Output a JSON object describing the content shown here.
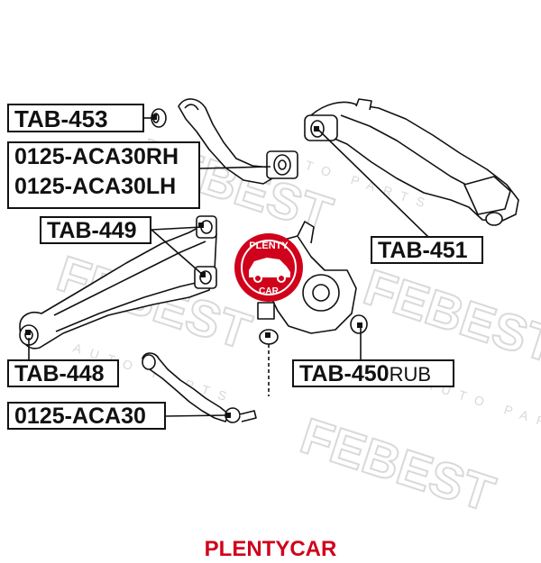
{
  "labels": {
    "tab453": "TAB-453",
    "aca30rh": "0125-ACA30RH",
    "aca30lh": "0125-ACA30LH",
    "tab449": "TAB-449",
    "tab451": "TAB-451",
    "tab448": "TAB-448",
    "tab450": "TAB-450",
    "tab450_suffix": "RUB",
    "aca30": "0125-ACA30"
  },
  "watermark": {
    "brand": "FEBEST",
    "sub": "AUTO PARTS"
  },
  "stamp": {
    "top": "PLENTY",
    "bottom": "CAR"
  },
  "footer": {
    "brand": "PLENTYCAR"
  },
  "colors": {
    "brand_red": "#d0021b",
    "ink": "#111111",
    "watermark": "#d9d9d9"
  }
}
